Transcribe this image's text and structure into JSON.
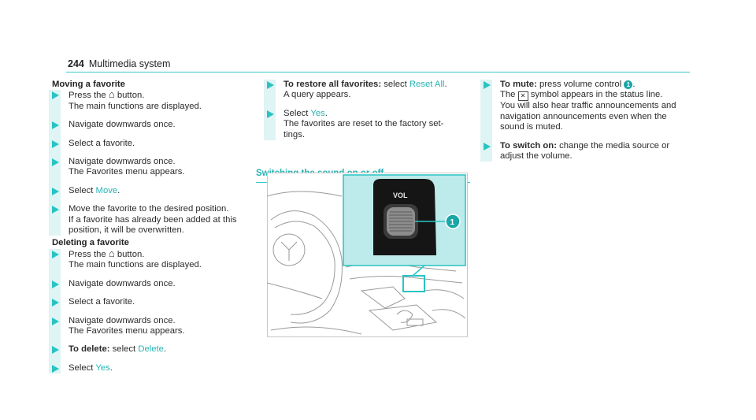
{
  "header": {
    "page_number": "244",
    "section_title": "Multimedia system"
  },
  "col1": {
    "moving_title": "Moving a favorite",
    "s1_a": "Press the ",
    "s1_icon": "⌂",
    "s1_b": " button.",
    "s1_c": "The main functions are displayed.",
    "s2": "Navigate downwards once.",
    "s3": "Select a favorite.",
    "s4_a": "Navigate downwards once.",
    "s4_b": "The Favorites menu appears.",
    "s5_a": "Select ",
    "s5_link": "Move",
    "s5_b": ".",
    "s6_a": "Move the favorite to the desired position.",
    "s6_b": "If a favorite has already been added at this",
    "s6_c": "position, it will be overwritten.",
    "deleting_title": "Deleting a favorite",
    "d1_a": "Press the ",
    "d1_icon": "⌂",
    "d1_b": " button.",
    "d1_c": "The main functions are displayed.",
    "d2": "Navigate downwards once.",
    "d3": "Select a favorite.",
    "d4_a": "Navigate downwards once.",
    "d4_b": "The Favorites menu appears.",
    "d5_a": "To delete:",
    "d5_b": " select ",
    "d5_link": "Delete",
    "d5_c": ".",
    "d6_a": "Select ",
    "d6_link": "Yes",
    "d6_b": "."
  },
  "col2": {
    "r1_a": "To restore all favorites:",
    "r1_b": " select ",
    "r1_link": "Reset All",
    "r1_c": ".",
    "r1_d": "A query appears.",
    "r2_a": "Select ",
    "r2_link": "Yes",
    "r2_b": ".",
    "r2_c": "The favorites are reset to the factory set-",
    "r2_d": "tings.",
    "subhead": "Switching the sound on or off",
    "figure": {
      "vol_label": "VOL",
      "callout": "1"
    }
  },
  "col3": {
    "m1_a": "To mute:",
    "m1_b": " press volume control ",
    "m1_badge": "1",
    "m1_c": ".",
    "m1_d": "The ",
    "m1_icon": "🔇",
    "m1_e": " symbol appears in the status line.",
    "m1_f": "You will also hear traffic announcements and",
    "m1_g": "navigation announcements even when the",
    "m1_h": "sound is muted.",
    "m2_a": "To switch on:",
    "m2_b": " change the media source or",
    "m2_c": "adjust the volume."
  },
  "colors": {
    "accent": "#29c3c3",
    "link": "#27b3b3",
    "panel": "#bdeaea"
  }
}
